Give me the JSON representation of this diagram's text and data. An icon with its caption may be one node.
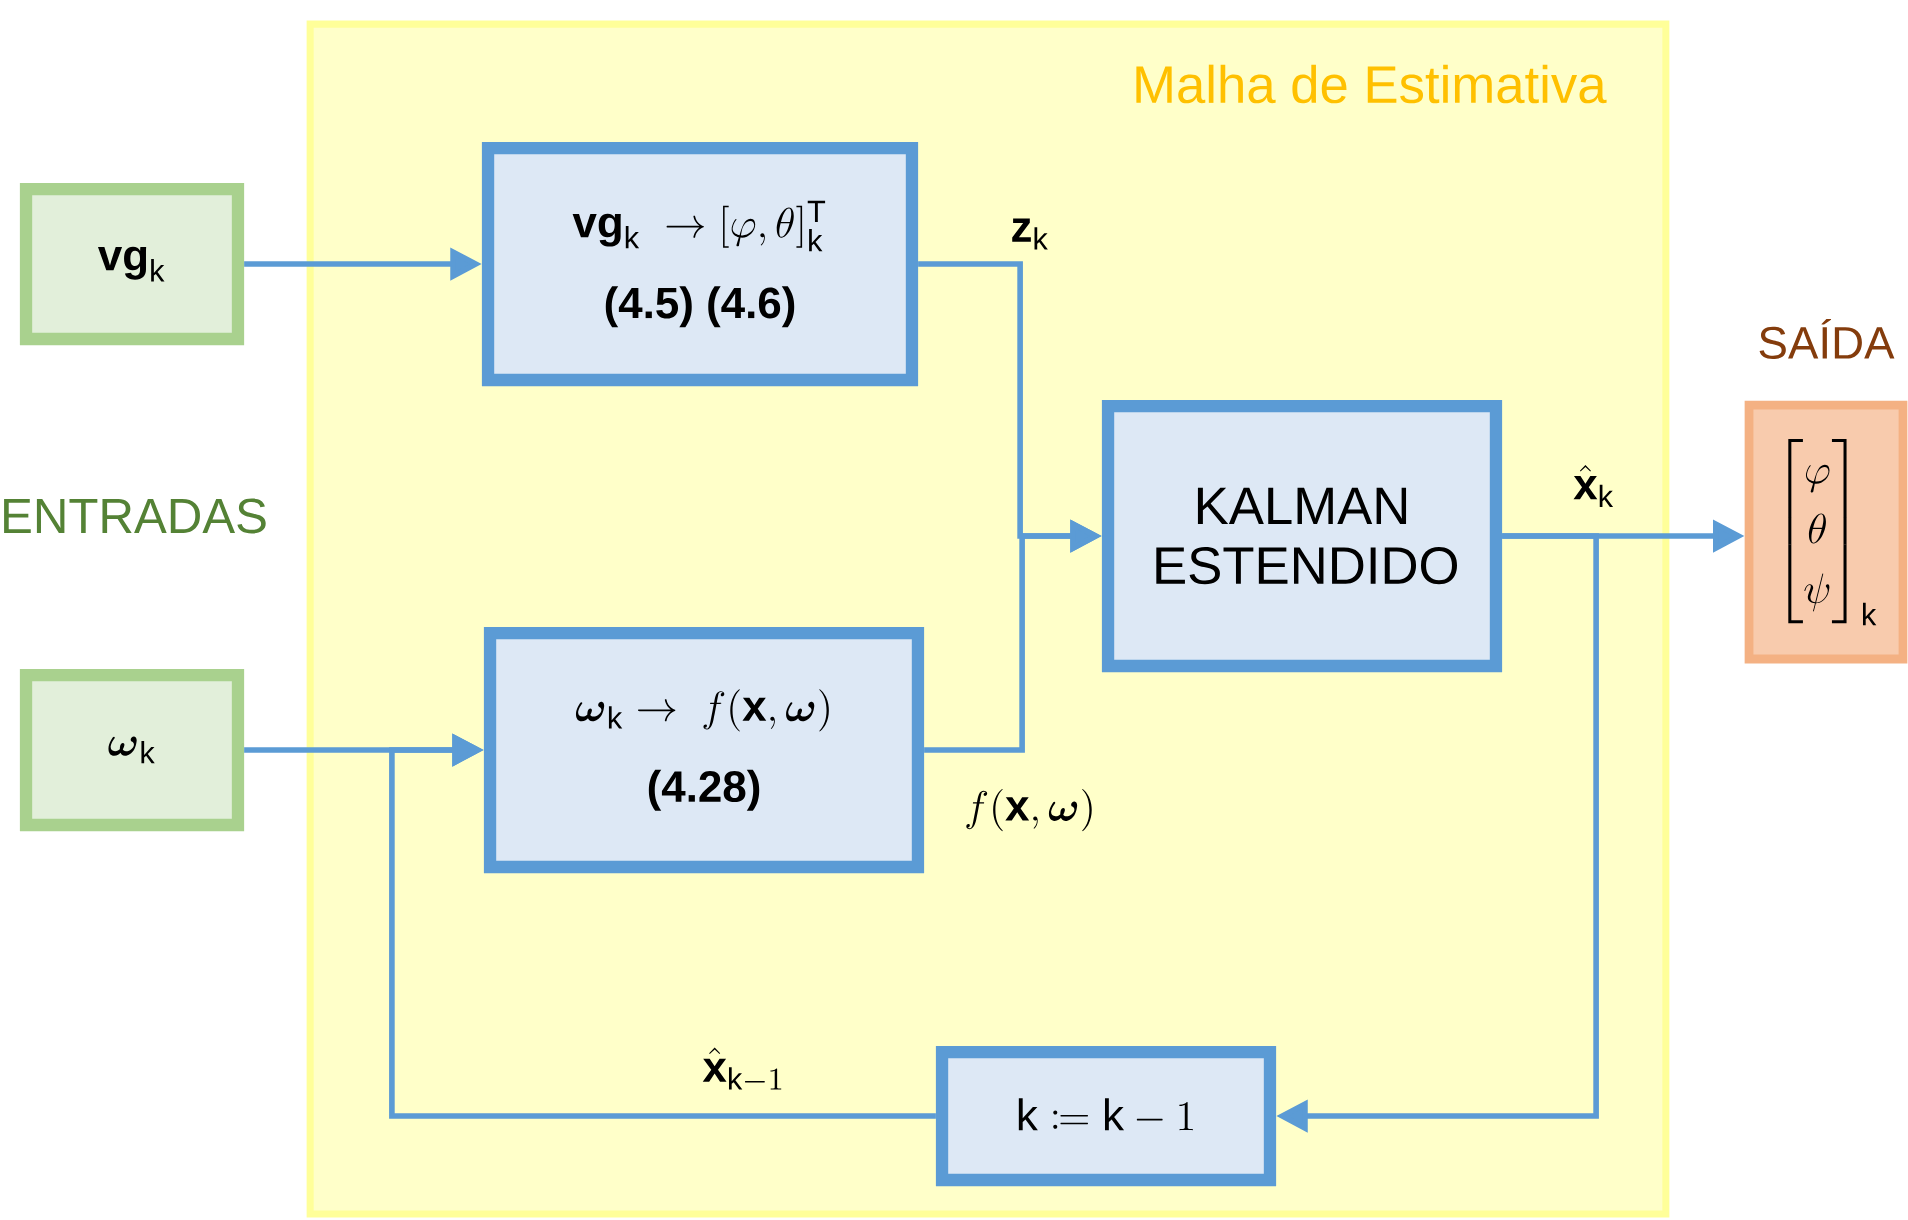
{
  "diagram": {
    "nodes": [
      {
        "text": [
          "Malha de Estimativa"
        ]
      },
      {
        "text": [
          "\\mathbf{vg}_\\mathrm{k}"
        ]
      },
      {
        "text": [
          "\\boldsymbol{\\omega}_\\mathrm{k}"
        ]
      },
      {
        "text": [
          "\\mathbf{vg}_\\mathrm{k} \\;\\rightarrow [\\varphi,\\theta]^\\mathrm{T}_\\mathrm{k}",
          "(4.5) (4.6)"
        ],
        "in": 0
      },
      {
        "text": [
          "\\boldsymbol{\\omega}_\\mathrm{k} \\rightarrow\\; f(\\mathbf{x},\\boldsymbol{\\omega})",
          "(4.28)"
        ],
        "in": 0
      },
      {
        "text": [
          "KALMAN ESTENDIDO"
        ],
        "in": 0
      },
      {
        "text": [
          "\\mathrm{k} \\coloneqq \\mathrm{k}-1"
        ],
        "in": 0
      },
      {
        "text": [
          "\\begin{bmatrix}\\varphi\\\\ \\theta\\\\ \\psi\\end{bmatrix}_\\mathrm{k}"
        ],
        "beside": [
          "SAÍDA"
        ]
      }
    ],
    "edges": [
      {
        "from": 1,
        "to": 3,
        "arrow": "to"
      },
      {
        "from": 2,
        "to": 4,
        "arrow": "to"
      },
      {
        "from": 3,
        "to": 5,
        "arrow": "to",
        "label": "\\mathbf{z}_\\mathrm{k}"
      },
      {
        "from": 4,
        "to": 5,
        "arrow": "to",
        "label": "f(\\mathbf{x},\\boldsymbol{\\omega})"
      },
      {
        "from": 5,
        "to": 7,
        "arrow": "to",
        "label": "\\hat{\\mathbf{x}}_\\mathrm{k}"
      },
      {
        "from": 5,
        "to": 6,
        "arrow": "to"
      },
      {
        "from": 6,
        "to": 4,
        "arrow": "to",
        "label": "\\hat{\\mathbf{x}}_{\\mathrm{k}-1}"
      }
    ],
    "labels": [
      "ENTRADAS"
    ]
  }
}
